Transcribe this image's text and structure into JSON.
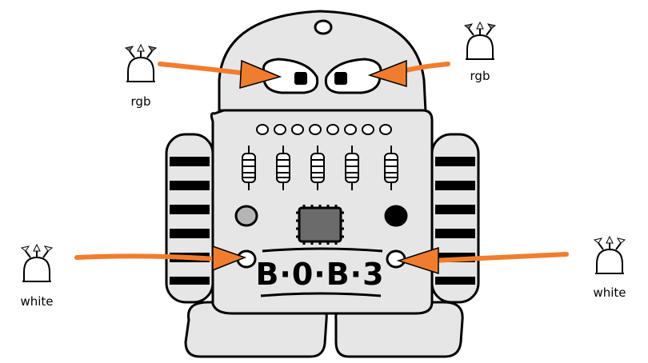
{
  "board_name": "B·0·B·3",
  "callouts": [
    {
      "id": "left-eye-led",
      "label": "rgb",
      "led_type": "rgb"
    },
    {
      "id": "right-eye-led",
      "label": "rgb",
      "led_type": "rgb"
    },
    {
      "id": "left-body-led",
      "label": "white",
      "led_type": "white"
    },
    {
      "id": "right-body-led",
      "label": "white",
      "led_type": "white"
    }
  ],
  "colors": {
    "arrow": "#f07d2e",
    "board": "#e6e6e6",
    "outline": "#000000",
    "chip": "#6b6b6b",
    "led_leg_rgb": "#777777",
    "led_leg_white": "#ffffff"
  },
  "resistor_count": 5,
  "indicator_dot_count": 8
}
